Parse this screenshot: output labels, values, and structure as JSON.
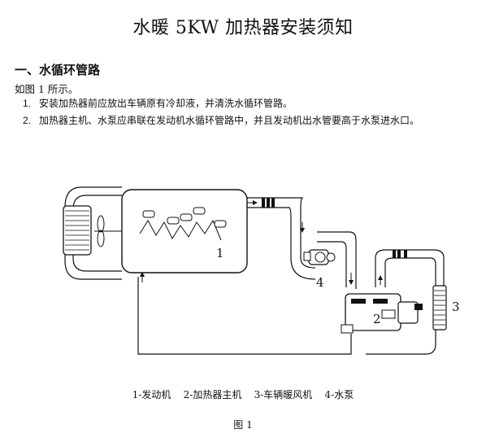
{
  "document": {
    "title": "水暖 5KW 加热器安装须知",
    "section_heading": "一、水循环管路",
    "intro": "如图 1 所示。",
    "items": [
      {
        "num": "1.",
        "text": "安装加热器前应放出车辆原有冷却液，并清洗水循环管路。"
      },
      {
        "num": "2.",
        "text": "加热器主机、水泵应串联在发动机水循环管路中，并且发动机出水管要高于水泵进水口。"
      }
    ]
  },
  "figure": {
    "labels": {
      "engine": "1",
      "heater": "2",
      "warm_fan": "3",
      "pump": "4"
    },
    "legend": "1-发动机    2-加热器主机    3-车辆暖风机    4-水泵",
    "caption": "图 1"
  }
}
